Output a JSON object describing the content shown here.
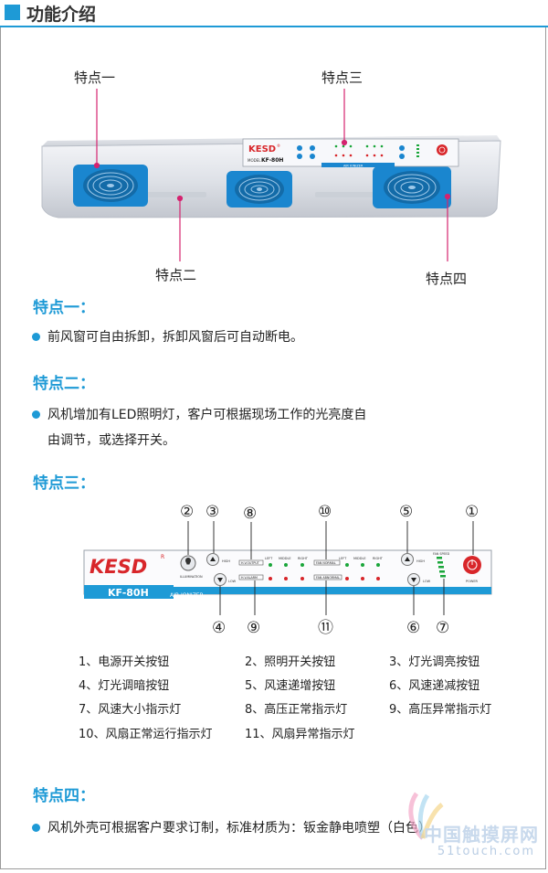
{
  "header": {
    "title": "功能介绍"
  },
  "callouts": {
    "f1": "特点一",
    "f2": "特点二",
    "f3": "特点三",
    "f4": "特点四"
  },
  "device": {
    "brand": "KESD",
    "brand_mark": "®",
    "model_prefix": "MODEL",
    "model": "KF-80H",
    "strip_label": "AIR IONIZER"
  },
  "sections": [
    {
      "title": "特点一：",
      "text": "前风窗可自由拆卸，拆卸风窗后可自动断电。"
    },
    {
      "title": "特点二：",
      "line1": "风机增加有LED照明灯，客户可根据现场工作的光亮度自",
      "line2": "由调节，或选择开关。"
    },
    {
      "title": "特点三："
    },
    {
      "title": "特点四：",
      "text": "风机外壳可根据客户要求订制，标准材质为：钣金静电喷塑（白色）"
    }
  ],
  "panel": {
    "brand": "KESD",
    "brand_mark": "R",
    "model": "KF-80H",
    "strip_label": "AIR IONIZER",
    "illumination": "ILLUMINATION",
    "high": "HIGH",
    "low": "LOW",
    "hv_output": "H.V.OUTPUT",
    "hv_alarm": "H.V.ALARM",
    "fan_normal": "FAN NORMAL",
    "fan_abnormal": "FAN ABNORMAL",
    "left": "LEFT",
    "middle": "MIDDLE",
    "right": "RIGHT",
    "fan_speed": "FAN SPEED",
    "power": "POWER",
    "numbers": [
      "①",
      "②",
      "③",
      "④",
      "⑤",
      "⑥",
      "⑦",
      "⑧",
      "⑨",
      "⑩",
      "⑪"
    ]
  },
  "legend": [
    "1、电源开关按钮",
    "2、照明开关按钮",
    "3、灯光调亮按钮",
    "4、灯光调暗按钮",
    "5、风速递增按钮",
    "6、风速递减按钮",
    "7、风速大小指示灯",
    "8、高压正常指示灯",
    "9、高压异常指示灯",
    "10、风扇正常运行指示灯",
    "11、风扇异常指示灯"
  ],
  "watermark": {
    "line1": "中国触摸屏网",
    "line2": "51touch.com"
  },
  "colors": {
    "accent": "#1e9ad6",
    "fan": "#1a86cf",
    "led_green": "#1aa63a",
    "led_red": "#d8262a",
    "power": "#d8262a"
  }
}
